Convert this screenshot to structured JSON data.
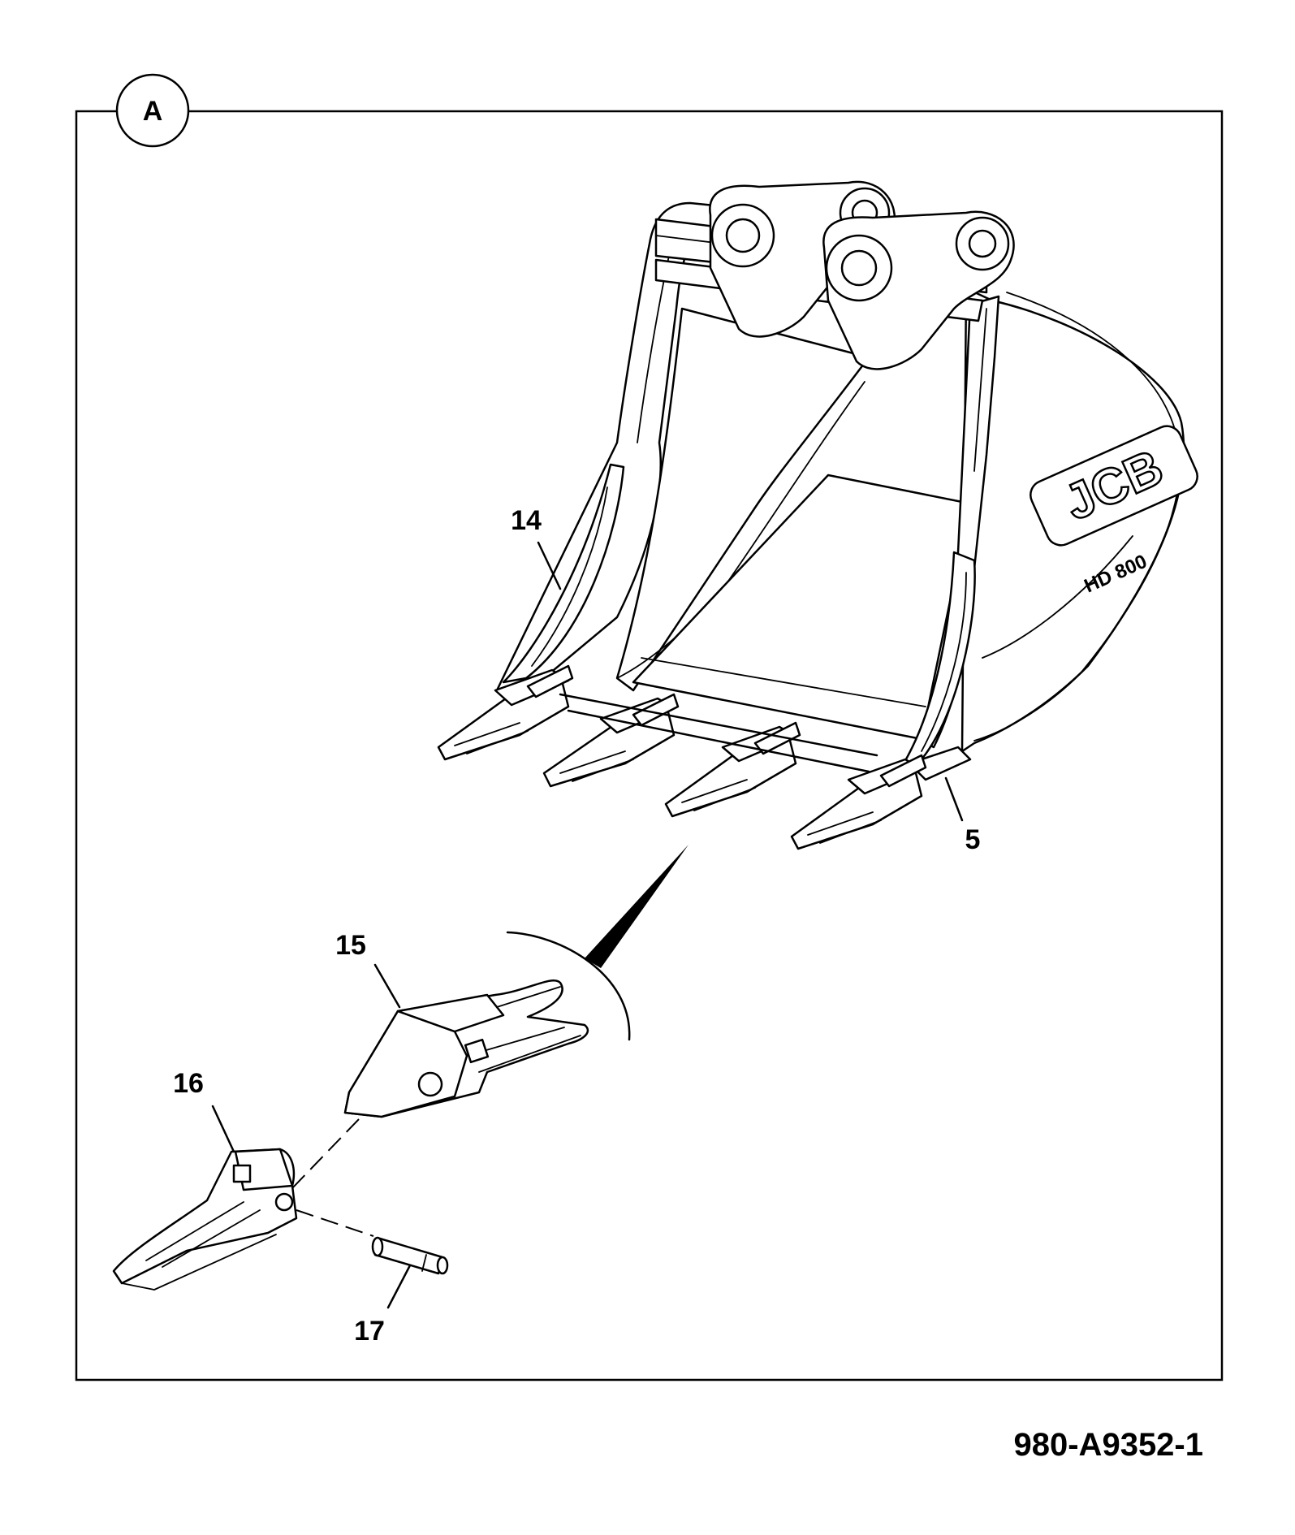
{
  "view": {
    "letter": "A"
  },
  "callouts": {
    "c14": "14",
    "c5": "5",
    "c15": "15",
    "c16": "16",
    "c17": "17"
  },
  "bucket": {
    "brand_logo": "JCB",
    "model_badge": "HD 800"
  },
  "figure_number": "980-A9352-1",
  "icons": [
    "bucket-illustration",
    "adapter-illustration",
    "tooth-illustration",
    "pin-illustration"
  ]
}
